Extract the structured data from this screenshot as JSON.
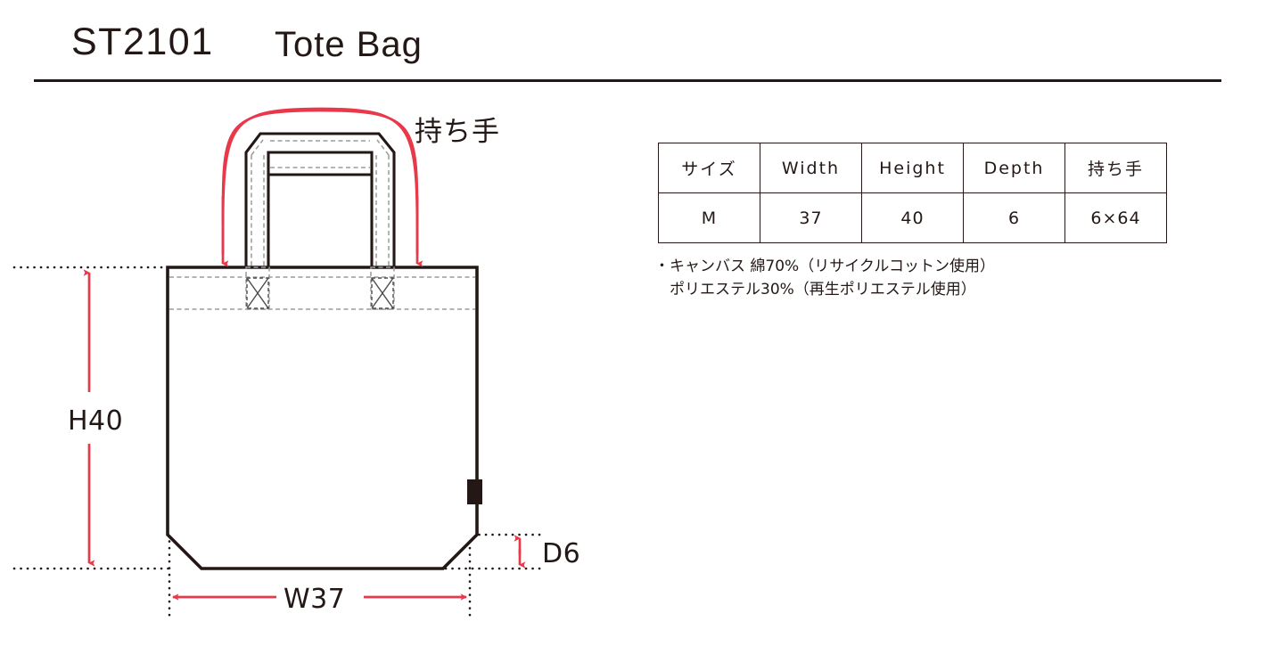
{
  "header": {
    "product_code": "ST2101",
    "product_name": "Tote Bag"
  },
  "diagram": {
    "handle_callout": "持ち手",
    "height_label": "H40",
    "width_label": "W37",
    "depth_label": "D6",
    "accent_color": "#E8384A",
    "line_color": "#231815"
  },
  "spec_table": {
    "headers": [
      "サイズ",
      "Width",
      "Height",
      "Depth",
      "持ち手"
    ],
    "rows": [
      [
        "M",
        "37",
        "40",
        "6",
        "6×64"
      ]
    ]
  },
  "material": {
    "line1": "・キャンバス 綿70%（リサイクルコットン使用）",
    "line2": "ポリエステル30%（再生ポリエステル使用）"
  }
}
